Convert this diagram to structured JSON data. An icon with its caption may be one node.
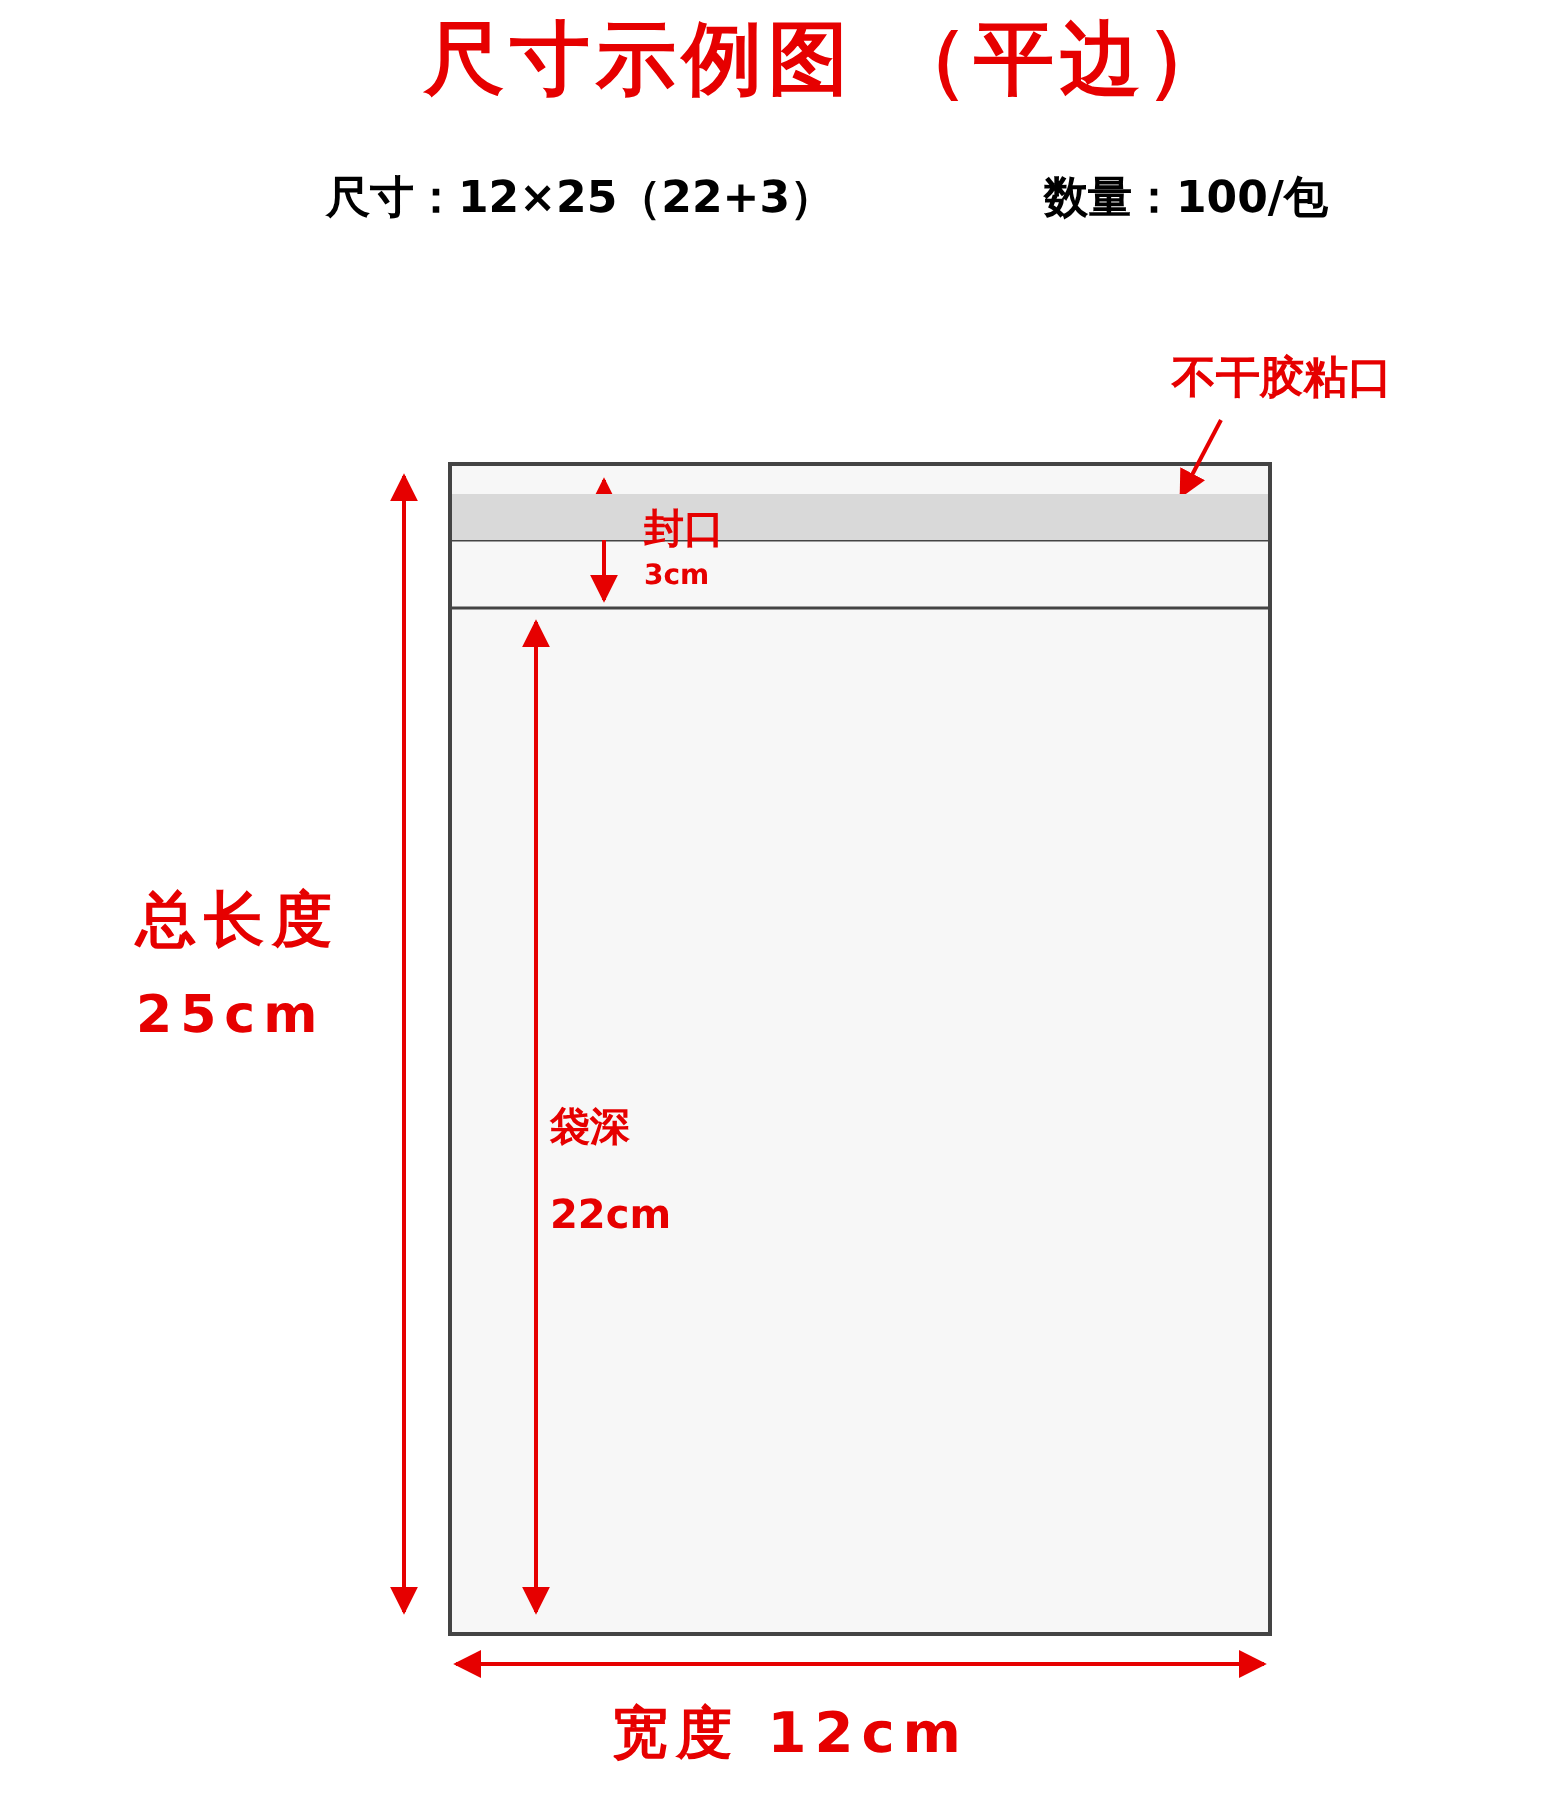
{
  "diagram": {
    "title": "尺寸示例图 （平边）",
    "nodes": [
      {
        "text": [
          "不干胶粘口"
        ]
      },
      {
        "text": [],
        "shape": "bar"
      }
    ],
    "edges": [
      {
        "from": 0,
        "to": 1,
        "arrow": "to"
      }
    ],
    "labels": [
      "尺寸：12×25（22+3）",
      "数量：100/包",
      "封口",
      "3cm",
      "总长度",
      "25cm",
      "袋深",
      "22cm",
      "宽度 12cm"
    ]
  }
}
